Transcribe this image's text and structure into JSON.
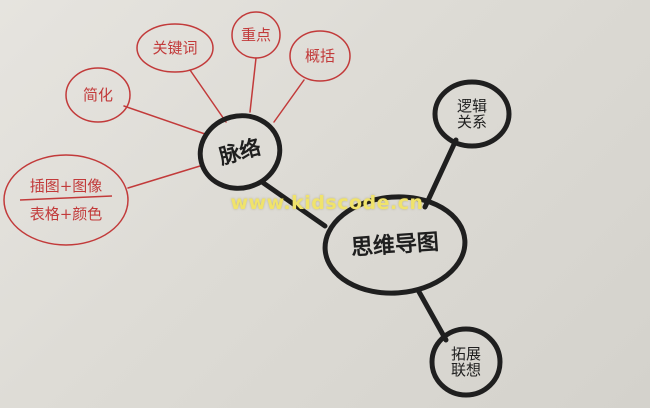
{
  "diagram": {
    "center_node": "思维导图",
    "left_node": "脉络",
    "top_right_node": "逻辑\n关系",
    "bottom_right_node": "拓展\n联想",
    "left_branches": [
      "关键词",
      "重点",
      "概括",
      "简化",
      "插图+图像\n表格+颜色"
    ]
  },
  "watermark": "www.kidscode.cn",
  "colors": {
    "ink": "#1f1f1f",
    "red_ink": "#c23a3a",
    "watermark": "#f0e36b",
    "paper": "#e2e0da"
  }
}
